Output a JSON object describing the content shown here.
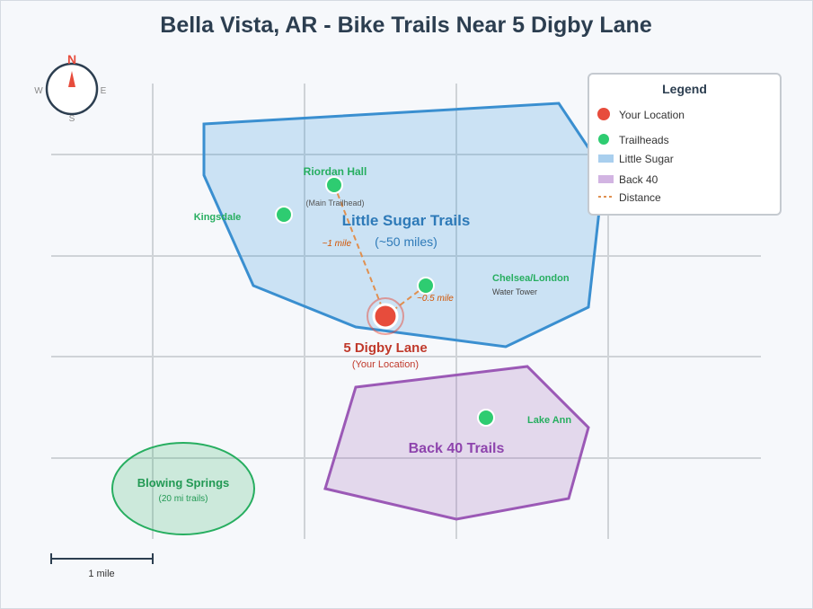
{
  "title": "Bella Vista, AR - Bike Trails Near 5 Digby Lane",
  "compass": {
    "n": "N",
    "s": "S",
    "e": "E",
    "w": "W"
  },
  "areas": {
    "little_sugar": {
      "name": "Little Sugar Trails",
      "detail": "(~50 miles)",
      "color": "#3a8fd0"
    },
    "back40": {
      "name": "Back 40 Trails",
      "color": "#9b59b6"
    },
    "blowing_springs": {
      "name": "Blowing Springs",
      "detail": "(20 mi trails)",
      "color": "#27ae60"
    }
  },
  "location": {
    "name": "5 Digby Lane",
    "detail": "(Your Location)",
    "color": "#e74c3c"
  },
  "trailheads": {
    "riordan": {
      "name": "Riordan Hall",
      "detail": "(Main Trailhead)"
    },
    "kingsdale": {
      "name": "Kingsdale"
    },
    "chelsea": {
      "name": "Chelsea/London",
      "detail": "Water Tower"
    },
    "lake_ann": {
      "name": "Lake Ann"
    }
  },
  "distances": {
    "riordan": "~1 mile",
    "chelsea": "~0.5 mile"
  },
  "legend": {
    "title": "Legend",
    "items": [
      "Your Location",
      "Trailheads",
      "Little Sugar",
      "Back 40",
      "Distance"
    ]
  },
  "scale": {
    "label": "1 mile"
  }
}
